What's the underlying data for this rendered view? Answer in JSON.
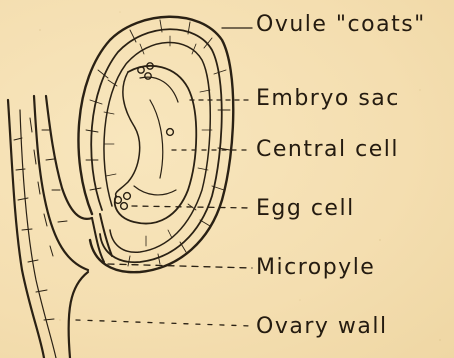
{
  "labels": {
    "ovule_coats": "Ovule \"coats\"",
    "embryo_sac": "Embryo sac",
    "central_cell": "Central cell",
    "egg_cell": "Egg cell",
    "micropyle": "Micropyle",
    "ovary_wall": "Ovary wall"
  },
  "colors": {
    "paper": "#f6e2b5",
    "ink": "#2a2114"
  }
}
